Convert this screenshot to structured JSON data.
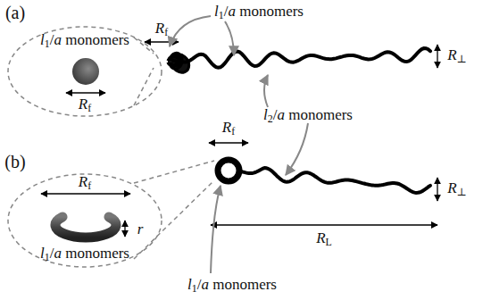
{
  "diagram": {
    "nodes": [
      {
        "text": [
          "l1/a monomers",
          "Rf"
        ]
      },
      {
        "text": [
          "Rf",
          "r",
          "l1/a monomers"
        ]
      }
    ],
    "labels": [
      "(a)",
      "Rf",
      "l1/a monomers",
      "l2/a monomers",
      "R⊥",
      "(b)",
      "Rf",
      "R⊥",
      "RL",
      "l1/a monomers"
    ]
  }
}
